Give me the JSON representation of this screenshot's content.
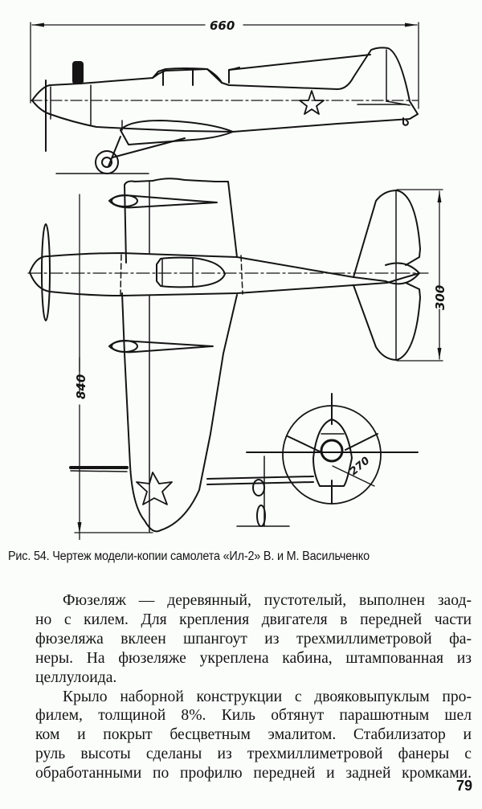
{
  "figure": {
    "label": "Рис. 54.",
    "caption": "Рис. 54. Чертеж модели-копии самолета «Ил-2» В. и М. Васильченко",
    "dimensions": {
      "length": "660",
      "tail_span": "300",
      "half_wingspan": "840",
      "propeller": "270"
    },
    "views": [
      "side-view",
      "plan-view",
      "front-view"
    ]
  },
  "paragraphs": [
    {
      "lines": [
        "Фюзеляж — деревянный, пустотелый, выполнен заод-",
        "но с килем. Для крепления двигателя в передней части",
        "фюзеляжа вклеен шпангоут из трехмиллиметровой фа-",
        "неры. На фюзеляже укреплена кабина, штампованная из",
        "целлулоида."
      ]
    },
    {
      "lines": [
        "Крыло наборной конструкции с двояковыпуклым про-",
        "филем, толщиной 8%. Киль обтянут парашютным шел",
        "ком и покрыт бесцветным эмалитом. Стабилизатор и",
        "руль высоты сделаны из трехмиллиметровой фанеры с",
        "обработанными по профилю передней и задней кромками."
      ]
    }
  ],
  "page_number": "79"
}
